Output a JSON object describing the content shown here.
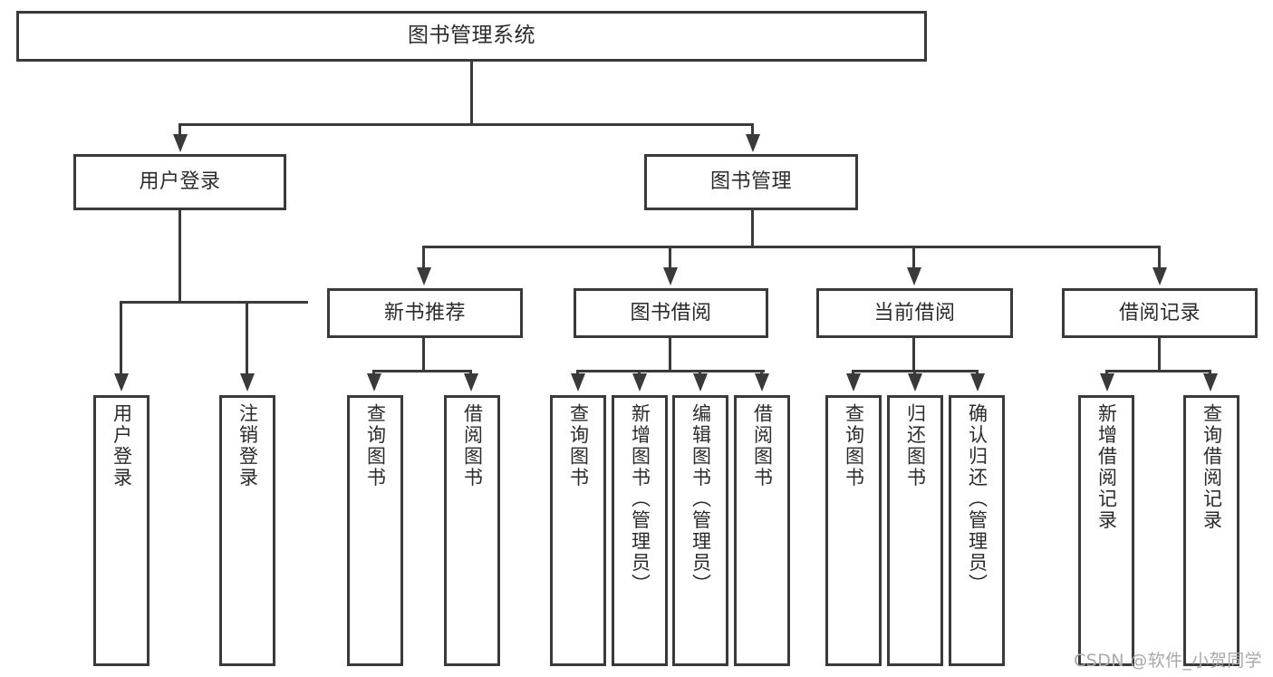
{
  "diagram": {
    "title": "图书管理系统",
    "type": "functional-structure-tree",
    "root": {
      "label": "图书管理系统"
    },
    "level2": [
      {
        "label": "用户登录"
      },
      {
        "label": "图书管理"
      }
    ],
    "level3": [
      {
        "label": "新书推荐"
      },
      {
        "label": "图书借阅"
      },
      {
        "label": "当前借阅"
      },
      {
        "label": "借阅记录"
      }
    ],
    "leaves": {
      "user_login": [
        {
          "label": "用户登录"
        },
        {
          "label": "注销登录"
        }
      ],
      "new_book_recommend": [
        {
          "label": "查询图书"
        },
        {
          "label": "借阅图书"
        }
      ],
      "book_borrow": [
        {
          "label": "查询图书"
        },
        {
          "label": "新增图书（管理员）"
        },
        {
          "label": "编辑图书（管理员）"
        },
        {
          "label": "借阅图书"
        }
      ],
      "current_borrow": [
        {
          "label": "查询图书"
        },
        {
          "label": "归还图书"
        },
        {
          "label": "确认归还（管理员）"
        }
      ],
      "borrow_records": [
        {
          "label": "新增借阅记录"
        },
        {
          "label": "查询借阅记录"
        }
      ]
    }
  },
  "watermark": {
    "text": "CSDN @软件_小贺同学"
  },
  "colors": {
    "stroke": "#3a3a3a",
    "background": "#ffffff",
    "text": "#2b2b2b",
    "watermark": "#a9a9a9"
  }
}
